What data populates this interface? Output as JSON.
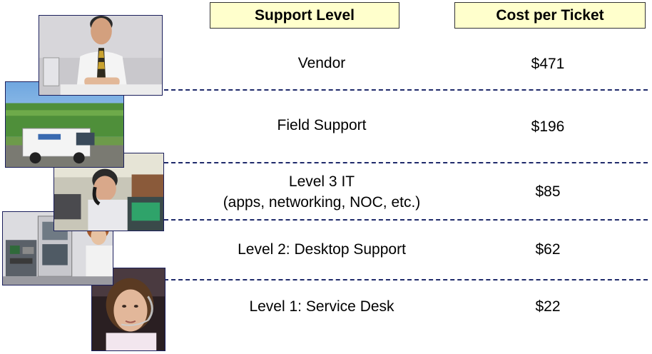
{
  "headers": {
    "support_level": "Support Level",
    "cost_per_ticket": "Cost per Ticket"
  },
  "rows": [
    {
      "level": "Vendor",
      "cost": "$471"
    },
    {
      "level": "Field Support",
      "cost": "$196"
    },
    {
      "level_line1": "Level 3   IT",
      "level_line2": "(apps, networking, NOC, etc.)",
      "cost": "$85"
    },
    {
      "level": "Level 2: Desktop Support",
      "cost": "$62"
    },
    {
      "level": "Level 1: Service Desk",
      "cost": "$22"
    }
  ],
  "colors": {
    "header_fill": "#ffffcc",
    "divider": "#1f2a6b"
  },
  "photos": [
    {
      "subject": "businessman-photo"
    },
    {
      "subject": "delivery-van-photo"
    },
    {
      "subject": "it-technician-on-phone-photo"
    },
    {
      "subject": "desktop-repair-photo"
    },
    {
      "subject": "service-desk-agent-headset-photo"
    }
  ]
}
